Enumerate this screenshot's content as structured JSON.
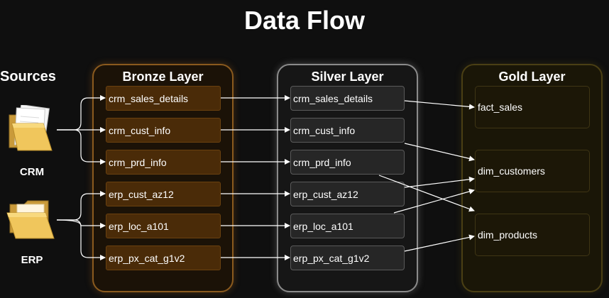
{
  "title": "Data Flow",
  "sources": {
    "label": "Sources",
    "items": [
      {
        "label": "CRM",
        "icon": "folder-with-documents-icon"
      },
      {
        "label": "ERP",
        "icon": "open-folder-icon"
      }
    ]
  },
  "layers": {
    "bronze": {
      "title": "Bronze Layer",
      "color": "#4a2b08",
      "tables": [
        "crm_sales_details",
        "crm_cust_info",
        "crm_prd_info",
        "erp_cust_az12",
        "erp_loc_a101",
        "erp_px_cat_g1v2"
      ]
    },
    "silver": {
      "title": "Silver Layer",
      "color": "#262626",
      "tables": [
        "crm_sales_details",
        "crm_cust_info",
        "crm_prd_info",
        "erp_cust_az12",
        "erp_loc_a101",
        "erp_px_cat_g1v2"
      ]
    },
    "gold": {
      "title": "Gold Layer",
      "color": "#1c1707",
      "tables": [
        "fact_sales",
        "dim_customers",
        "dim_products"
      ]
    }
  },
  "flows": [
    {
      "from": "CRM",
      "to": "bronze.crm_sales_details"
    },
    {
      "from": "CRM",
      "to": "bronze.crm_cust_info"
    },
    {
      "from": "CRM",
      "to": "bronze.crm_prd_info"
    },
    {
      "from": "ERP",
      "to": "bronze.erp_cust_az12"
    },
    {
      "from": "ERP",
      "to": "bronze.erp_loc_a101"
    },
    {
      "from": "ERP",
      "to": "bronze.erp_px_cat_g1v2"
    },
    {
      "from": "bronze.crm_sales_details",
      "to": "silver.crm_sales_details"
    },
    {
      "from": "bronze.crm_cust_info",
      "to": "silver.crm_cust_info"
    },
    {
      "from": "bronze.crm_prd_info",
      "to": "silver.crm_prd_info"
    },
    {
      "from": "bronze.erp_cust_az12",
      "to": "silver.erp_cust_az12"
    },
    {
      "from": "bronze.erp_loc_a101",
      "to": "silver.erp_loc_a101"
    },
    {
      "from": "bronze.erp_px_cat_g1v2",
      "to": "silver.erp_px_cat_g1v2"
    },
    {
      "from": "silver.crm_sales_details",
      "to": "gold.fact_sales"
    },
    {
      "from": "silver.crm_cust_info",
      "to": "gold.dim_customers"
    },
    {
      "from": "silver.crm_prd_info",
      "to": "gold.dim_products"
    },
    {
      "from": "silver.erp_cust_az12",
      "to": "gold.dim_customers"
    },
    {
      "from": "silver.erp_loc_a101",
      "to": "gold.dim_customers"
    },
    {
      "from": "silver.erp_px_cat_g1v2",
      "to": "gold.dim_products"
    }
  ]
}
